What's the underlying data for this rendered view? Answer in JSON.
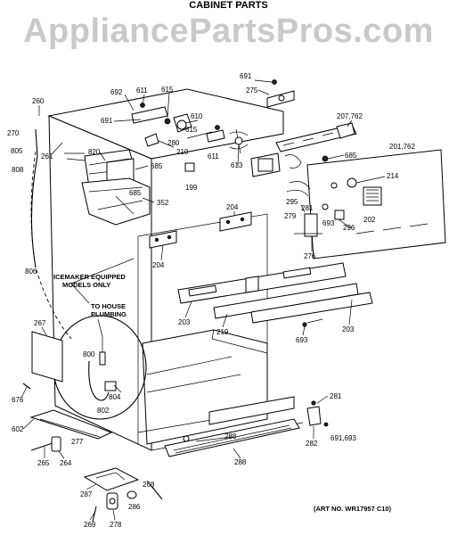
{
  "title": "CABINET PARTS",
  "watermark": "AppliancePartsPros.com",
  "art_number": "(ART NO. WR17957 C10)",
  "notes": {
    "icemaker_line1": "ICEMAKER EQUIPPED",
    "icemaker_line2": "MODELS ONLY",
    "plumbing_line1": "TO HOUSE",
    "plumbing_line2": "PLUMBING"
  },
  "callouts": {
    "c691a": "691",
    "c275": "275",
    "c692": "692",
    "c611a": "611",
    "c615a": "615",
    "c691b": "691",
    "c610": "610",
    "c615b": "615",
    "c207": "207,762",
    "c260": "260",
    "c270": "270",
    "c805": "805",
    "c261": "261",
    "c820": "820",
    "c280": "280",
    "c210": "210",
    "c611b": "611",
    "c613": "613",
    "c685a": "685",
    "c201": "201,762",
    "c685b": "685",
    "c214": "214",
    "c808": "808",
    "c685c": "685",
    "c199": "199",
    "c352": "352",
    "c295": "295",
    "c281a": "281",
    "c279": "279",
    "c693a": "693",
    "c202": "202",
    "c296": "296",
    "c204a": "204",
    "c276": "276",
    "c204b": "204",
    "c806": "806",
    "c203a": "203",
    "c219": "219",
    "c203b": "203",
    "c267": "267",
    "c693b": "693",
    "c800": "800",
    "c804": "804",
    "c676": "676",
    "c802": "802",
    "c281b": "281",
    "c602": "602",
    "c277": "277",
    "c288a": "288",
    "c282": "282",
    "c691c": "691,693",
    "c265": "265",
    "c264": "264",
    "c288b": "288",
    "c287": "287",
    "c268": "268",
    "c286": "286",
    "c269": "269",
    "c278": "278"
  }
}
